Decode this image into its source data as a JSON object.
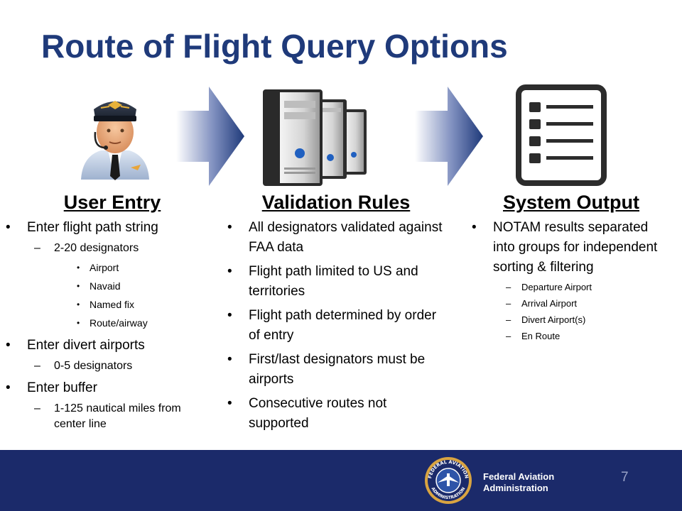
{
  "slide": {
    "title": "Route of Flight Query Options",
    "page_number": "7"
  },
  "icons": {
    "pilot": "pilot-user-icon",
    "servers": "server-stack-icon",
    "checklist": "checklist-document-icon",
    "arrow": "right-arrow-icon",
    "seal": "faa-seal-logo"
  },
  "columns": {
    "user_entry": {
      "heading": "User Entry",
      "b1": "Enter flight path string",
      "b1_sub": "2-20 designators",
      "b1_sub_items": [
        "Airport",
        "Navaid",
        "Named fix",
        "Route/airway"
      ],
      "b2": "Enter divert airports",
      "b2_sub": "0-5 designators",
      "b3": "Enter buffer",
      "b3_sub": "1-125 nautical miles from center line"
    },
    "validation_rules": {
      "heading": "Validation Rules",
      "items": [
        "All designators validated against FAA data",
        "Flight path limited to US and territories",
        "Flight path determined by order of entry",
        "First/last designators must be airports",
        "Consecutive routes not supported"
      ]
    },
    "system_output": {
      "heading": "System Output",
      "b1": "NOTAM results separated into groups for independent sorting & filtering",
      "sub_items": [
        "Departure Airport",
        "Arrival Airport",
        "Divert Airport(s)",
        "En Route"
      ]
    }
  },
  "footer": {
    "org_line1": "Federal Aviation",
    "org_line2": "Administration",
    "seal_text_top": "FEDERAL AVIATION",
    "seal_text_bottom": "ADMINISTRATION"
  },
  "colors": {
    "title": "#1f3a7a",
    "footer_bg": "#1b2a6a",
    "arrow": "#1f3a7a"
  }
}
